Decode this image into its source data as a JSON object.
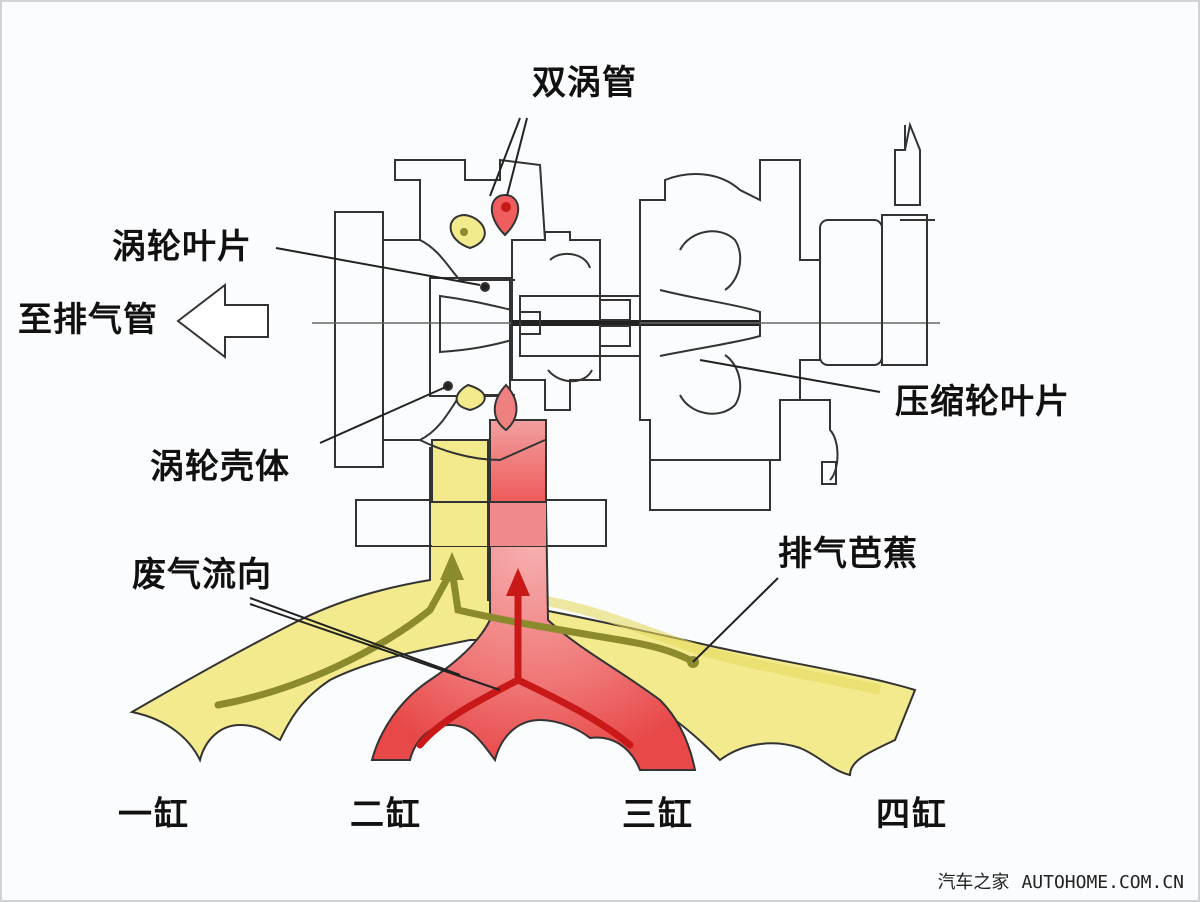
{
  "labels": {
    "twin_scroll": "双涡管",
    "turbine_blades": "涡轮叶片",
    "to_exhaust_pipe": "至排气管",
    "compressor_blades": "压缩轮叶片",
    "turbine_housing": "涡轮壳体",
    "exhaust_banana": "排气芭蕉",
    "exhaust_flow": "废气流向"
  },
  "cylinders": [
    "一缸",
    "二缸",
    "三缸",
    "四缸"
  ],
  "watermark": {
    "brand_cn": "汽车之家",
    "brand_url": "AUTOHOME.COM.CN"
  },
  "colors": {
    "scroll_yellow": "#f1e98a",
    "scroll_yellow_edge": "#e7d85c",
    "scroll_red": "#f08a8a",
    "scroll_red_core": "#e83a3a",
    "flow_arrow_olive": "#8b8a2c",
    "flow_arrow_red": "#c81818",
    "line_art": "#333333"
  }
}
